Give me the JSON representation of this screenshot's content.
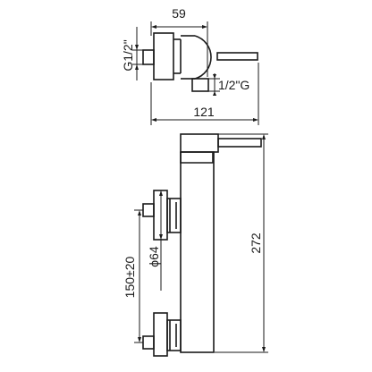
{
  "dimensions": {
    "top_width": "59",
    "inlet_thread": "G1/2\"",
    "outlet_thread": "1/2\"G",
    "overall_depth": "121",
    "overall_height": "272",
    "diameter": "ϕ64",
    "center_distance": "150±20"
  }
}
